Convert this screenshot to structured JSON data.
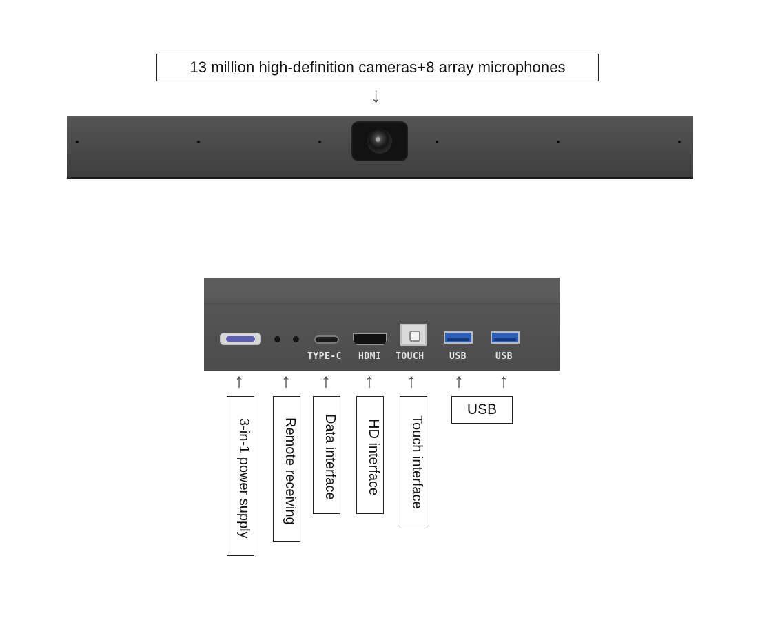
{
  "camera": {
    "caption": "13 million high-definition cameras+8 array microphones",
    "arrow_icon": "arrow-down-icon",
    "bar_color": "#4a4a4a",
    "housing_color": "#121212"
  },
  "panel": {
    "background_color": "#4f4f4f",
    "port_labels": {
      "typec": "TYPE-C",
      "hdmi": "HDMI",
      "touch": "TOUCH",
      "usb1": "USB",
      "usb2": "USB"
    },
    "usb_color": "#2d5fb8",
    "power_slot_color": "#5c5fb3"
  },
  "callouts": {
    "power": "3-in-1 power supply",
    "remote": "Remote receiving",
    "data": "Data interface",
    "hd": "HD interface",
    "touch": "Touch interface",
    "usb": "USB",
    "arrow_icon": "arrow-up-icon"
  }
}
